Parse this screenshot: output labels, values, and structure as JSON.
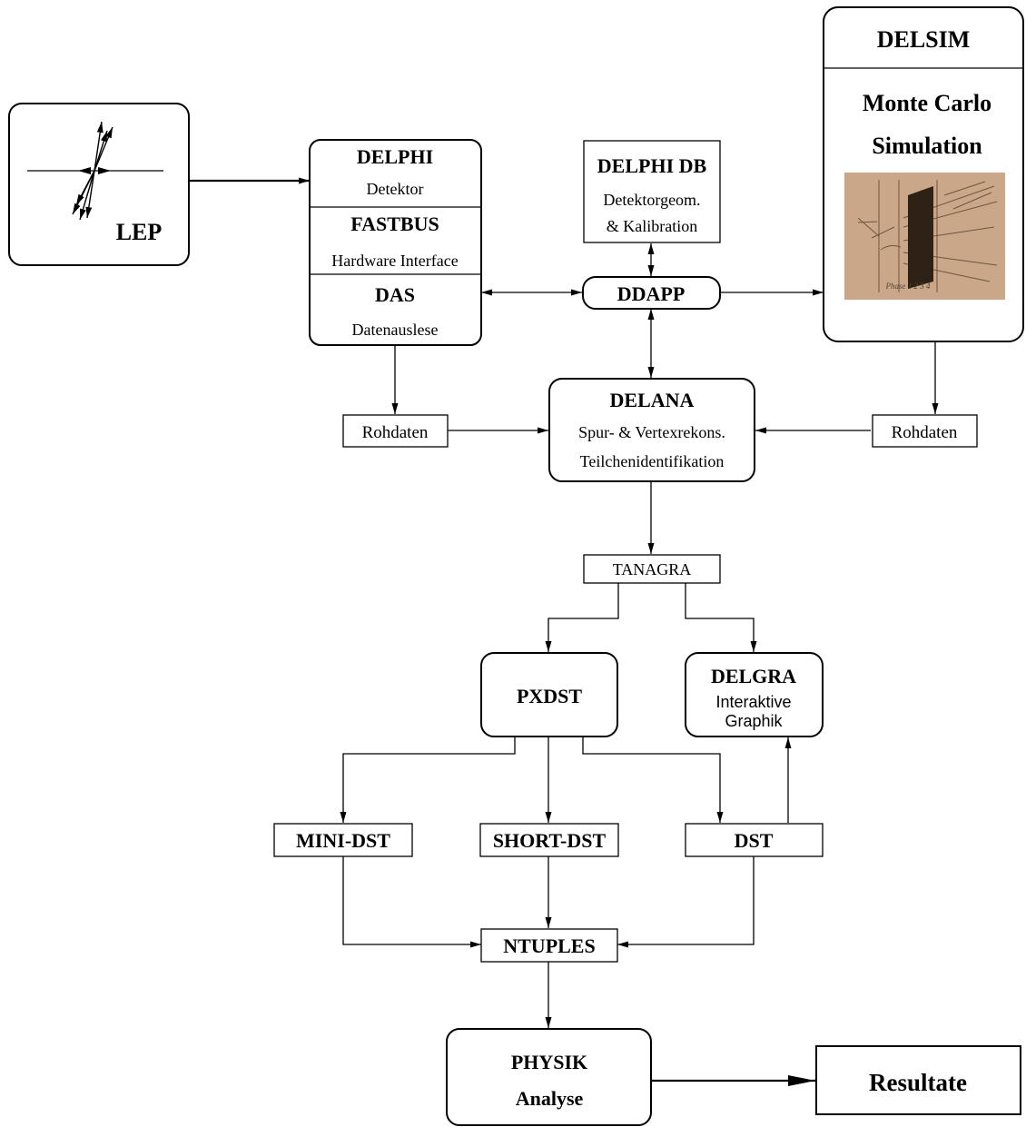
{
  "lep": {
    "label": "LEP"
  },
  "delphi": {
    "title": "DELPHI",
    "subtitle": "Detektor",
    "fastbus_title": "FASTBUS",
    "fastbus_subtitle": "Hardware Interface",
    "das_title": "DAS",
    "das_subtitle": "Datenauslese"
  },
  "delphi_db": {
    "title": "DELPHI DB",
    "line1": "Detektorgeom.",
    "line2": "& Kalibration"
  },
  "ddapp": {
    "label": "DDAPP"
  },
  "delsim": {
    "title": "DELSIM",
    "line1": "Monte Carlo",
    "line2": "Simulation",
    "image_label": "Phase 1  2  3  4"
  },
  "rohdaten_left": {
    "label": "Rohdaten"
  },
  "rohdaten_right": {
    "label": "Rohdaten"
  },
  "delana": {
    "title": "DELANA",
    "line1": "Spur- & Vertexrekons.",
    "line2": "Teilchenidentifikation"
  },
  "tanagra": {
    "label": "TANAGRA"
  },
  "pxdst": {
    "label": "PXDST"
  },
  "delgra": {
    "title": "DELGRA",
    "line1": "Interaktive",
    "line2": "Graphik"
  },
  "mini_dst": {
    "label": "MINI-DST"
  },
  "short_dst": {
    "label": "SHORT-DST"
  },
  "dst": {
    "label": "DST"
  },
  "ntuples": {
    "label": "NTUPLES"
  },
  "physik": {
    "title": "PHYSIK",
    "subtitle": "Analyse"
  },
  "resultate": {
    "label": "Resultate"
  },
  "colors": {
    "line": "#000000",
    "background": "#ffffff",
    "photo": "#c9a788"
  }
}
